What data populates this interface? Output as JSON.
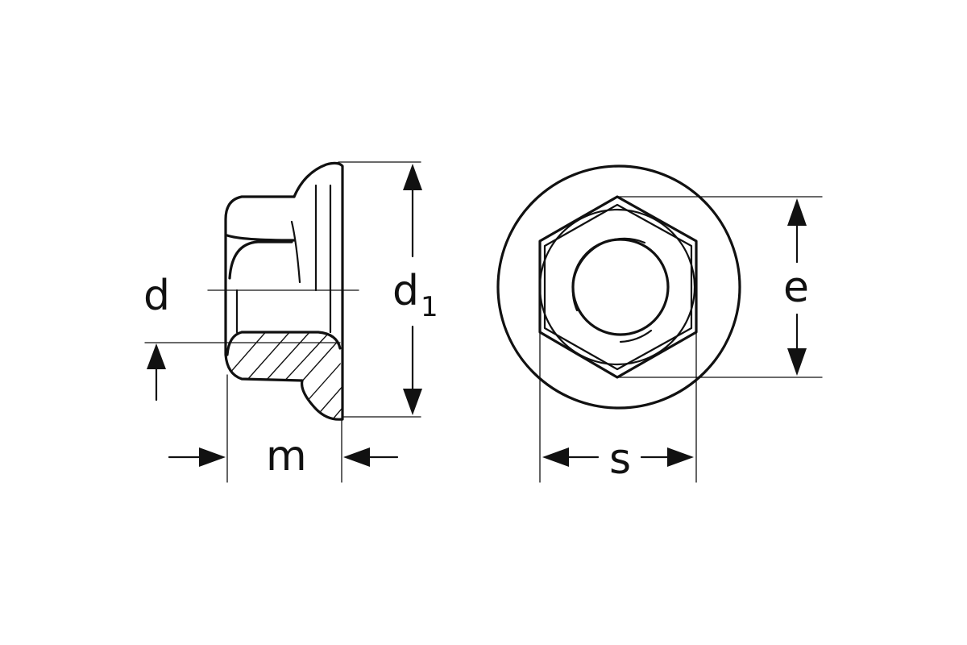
{
  "colors": {
    "line": "#111111",
    "background": "#ffffff"
  },
  "labels": {
    "d": "d",
    "d1_main": "d",
    "d1_sub": "1",
    "m": "m",
    "e": "e",
    "s": "s"
  }
}
